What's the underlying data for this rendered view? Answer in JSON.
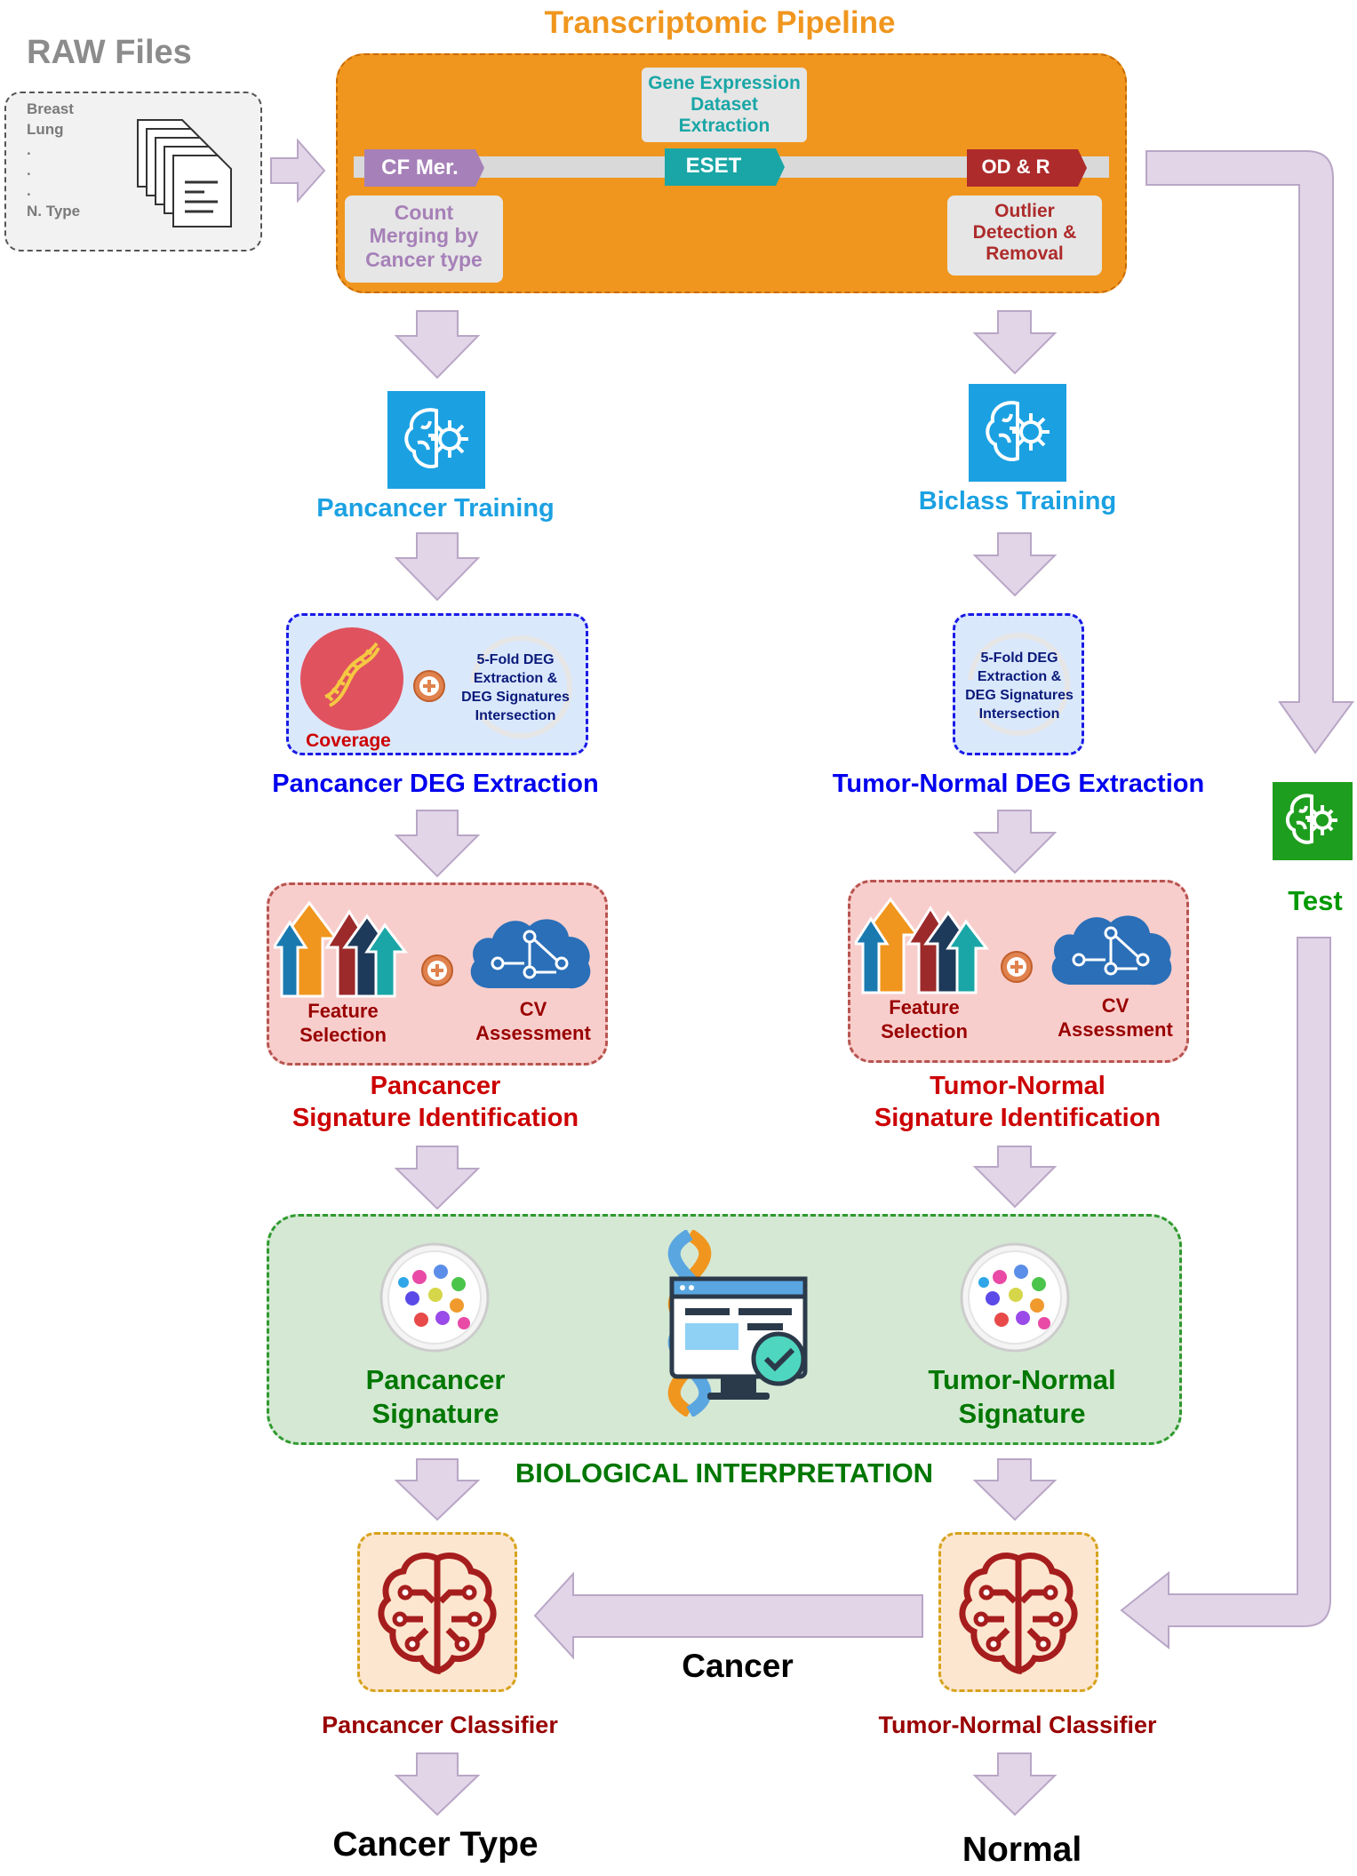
{
  "raw": {
    "title": "RAW Files",
    "items": [
      "Breast",
      "Lung",
      ".",
      ".",
      ".",
      "N. Type"
    ]
  },
  "pipeline": {
    "title": "Transcriptomic Pipeline",
    "gene_expression": [
      "Gene Expression",
      "Dataset",
      "Extraction"
    ],
    "steps": {
      "cf": "CF Mer.",
      "eset": "ESET",
      "odr": "OD & R"
    },
    "count_merging": [
      "Count",
      "Merging by",
      "Cancer type"
    ],
    "outlier": [
      "Outlier",
      "Detection &",
      "Removal"
    ]
  },
  "training": {
    "pancancer": "Pancancer Training",
    "biclass": "Biclass Training"
  },
  "deg": {
    "coverage": "Coverage",
    "fold": [
      "5-Fold DEG",
      "Extraction &",
      "DEG Signatures",
      "Intersection"
    ],
    "pancancer_label": "Pancancer DEG Extraction",
    "tumor_label": "Tumor-Normal DEG Extraction"
  },
  "selection": {
    "feature": [
      "Feature",
      "Selection"
    ],
    "cv": [
      "CV",
      "Assessment"
    ],
    "pancancer_label": [
      "Pancancer",
      "Signature Identification"
    ],
    "tumor_label": [
      "Tumor-Normal",
      "Signature Identification"
    ]
  },
  "signature": {
    "pancancer": [
      "Pancancer",
      "Signature"
    ],
    "tumor": [
      "Tumor-Normal",
      "Signature"
    ],
    "bio": "BIOLOGICAL INTERPRETATION"
  },
  "classifier": {
    "pancancer": "Pancancer Classifier",
    "tumor": "Tumor-Normal Classifier"
  },
  "test": "Test",
  "outputs": {
    "cancer": "Cancer",
    "cancer_type": "Cancer Type",
    "normal": "Normal"
  },
  "colors": {
    "orange": "#f0961e",
    "arrow": "#e1d5e7",
    "arrow_stroke": "#b9a6c6",
    "blue_title": "#1ba1e2",
    "deg_blue": "#0000ee",
    "red": "#cc0000",
    "green": "#007700",
    "dark_red": "#990000",
    "purple": "#a680b8",
    "teal": "#1aa6a6"
  }
}
